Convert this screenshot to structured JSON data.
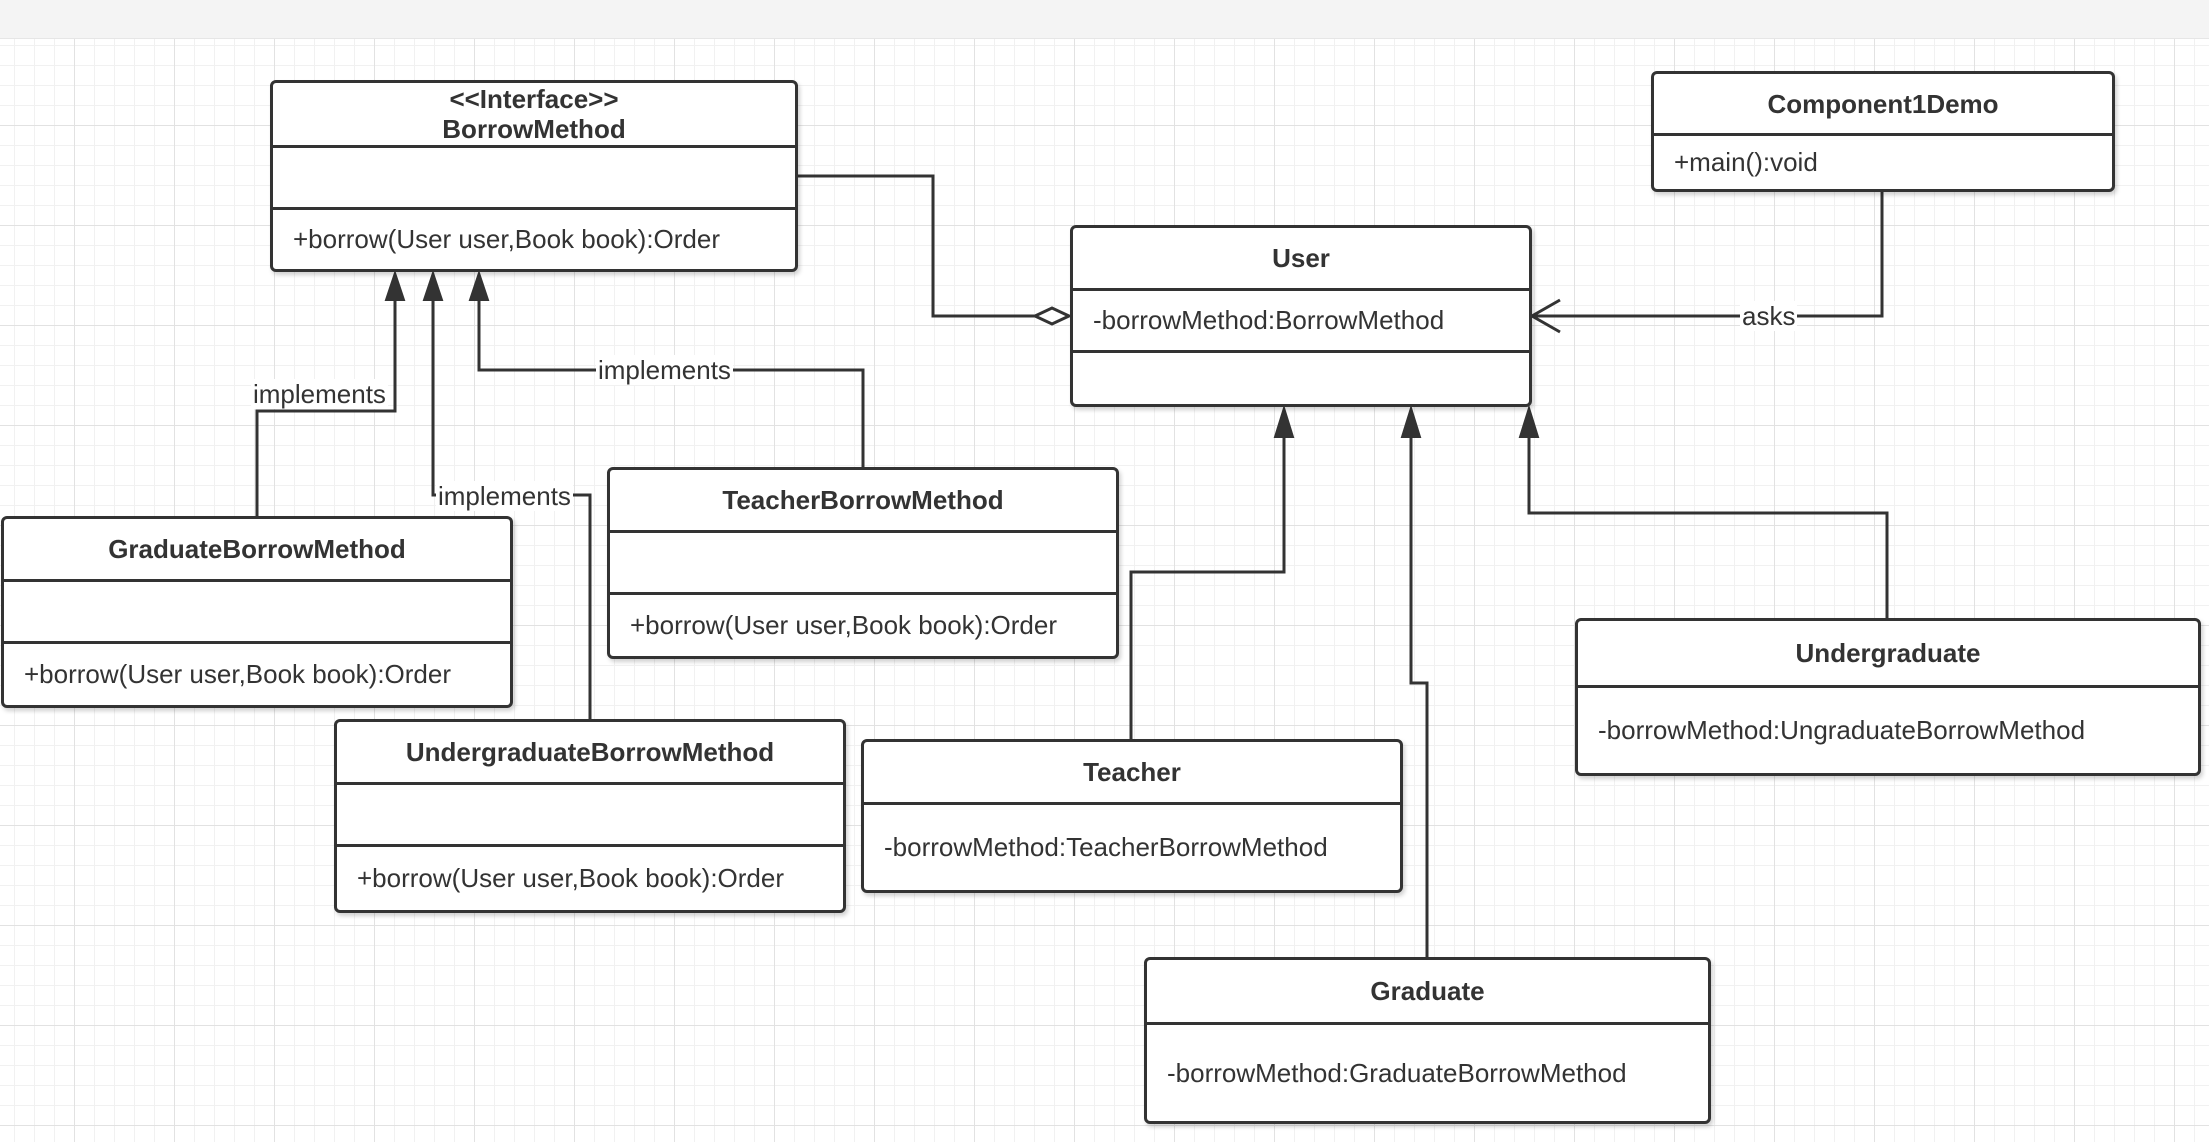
{
  "classes": {
    "borrow_method": {
      "stereotype": "<<Interface>>",
      "name": "BorrowMethod",
      "attributes": "",
      "operations": "+borrow(User user,Book book):Order"
    },
    "component_demo": {
      "name": "Component1Demo",
      "operations": "+main():void"
    },
    "user": {
      "name": "User",
      "attributes": "-borrowMethod:BorrowMethod",
      "operations": ""
    },
    "graduate_borrow_method": {
      "name": "GraduateBorrowMethod",
      "attributes": "",
      "operations": "+borrow(User user,Book book):Order"
    },
    "teacher_borrow_method": {
      "name": "TeacherBorrowMethod",
      "attributes": "",
      "operations": "+borrow(User user,Book book):Order"
    },
    "undergraduate_borrow_method": {
      "name": "UndergraduateBorrowMethod",
      "attributes": "",
      "operations": "+borrow(User user,Book book):Order"
    },
    "teacher": {
      "name": "Teacher",
      "attributes": "-borrowMethod:TeacherBorrowMethod"
    },
    "undergraduate": {
      "name": "Undergraduate",
      "attributes": "-borrowMethod:UngraduateBorrowMethod"
    },
    "graduate": {
      "name": "Graduate",
      "attributes": "-borrowMethod:GraduateBorrowMethod"
    }
  },
  "labels": {
    "implements_graduate": "implements",
    "implements_teacher": "implements",
    "implements_undergraduate": "implements",
    "asks": "asks"
  },
  "colors": {
    "line": "#333333",
    "grid": "#e2e2e2",
    "background": "#ffffff"
  }
}
